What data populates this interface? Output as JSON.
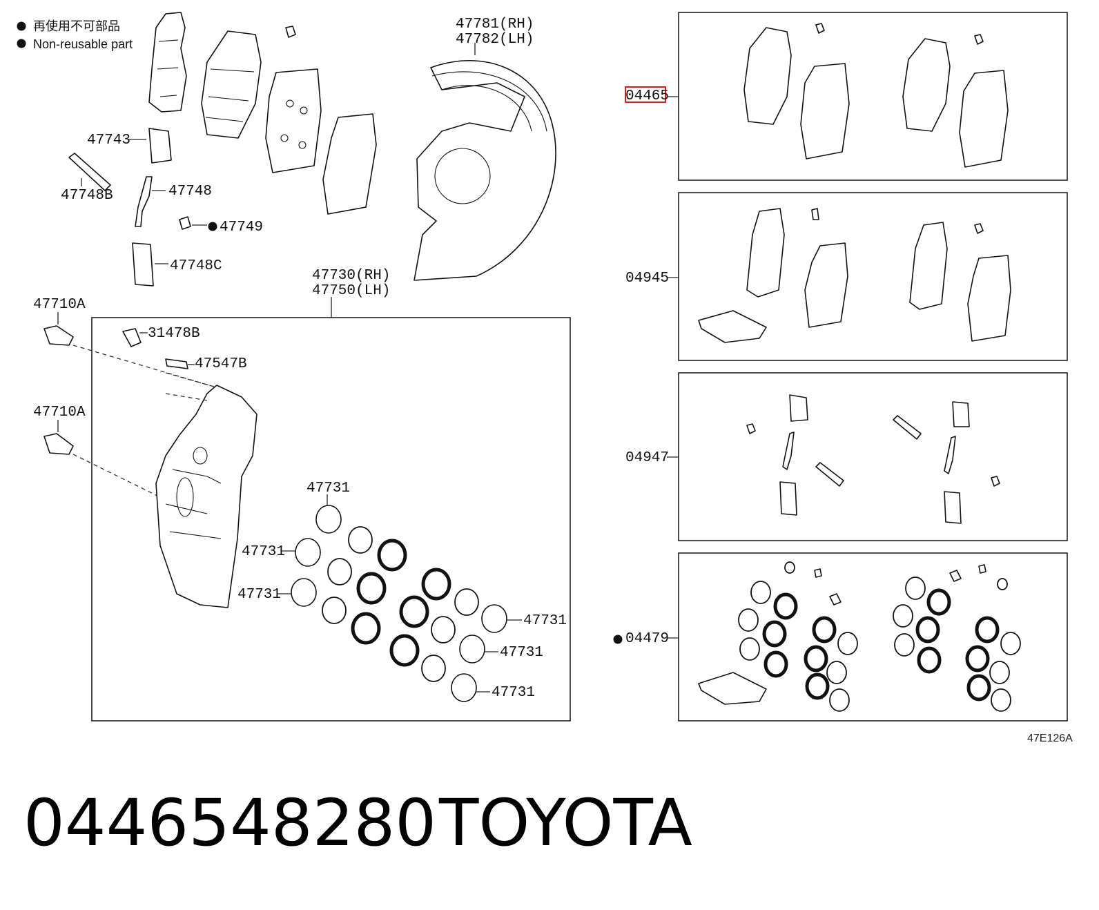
{
  "legend": {
    "line_jp": "再使用不可部品",
    "line_en": "Non-reusable part"
  },
  "labels": {
    "shield_rh": "47781(RH)",
    "shield_lh": "47782(LH)",
    "caliper_rh": "47730(RH)",
    "caliper_lh": "47750(LH)",
    "p47743": "47743",
    "p47748b": "47748B",
    "p47748": "47748",
    "p47749": "47749",
    "p47748c": "47748C",
    "p47710a_1": "47710A",
    "p47710a_2": "47710A",
    "p31478b": "31478B",
    "p47547b": "47547B",
    "piston_1": "47731",
    "piston_2": "47731",
    "piston_3": "47731",
    "piston_4": "47731",
    "piston_5": "47731",
    "piston_6": "47731"
  },
  "kits": [
    {
      "code": "04465",
      "highlighted": true,
      "non_reusable": false
    },
    {
      "code": "04945",
      "highlighted": false,
      "non_reusable": false
    },
    {
      "code": "04947",
      "highlighted": false,
      "non_reusable": false
    },
    {
      "code": "04479",
      "highlighted": false,
      "non_reusable": true
    }
  ],
  "diagram_code": "47E126A",
  "caption": {
    "part_number": "0446548280",
    "brand": "TOYOTA"
  },
  "colors": {
    "highlight": "#e01818",
    "ink": "#111111"
  }
}
